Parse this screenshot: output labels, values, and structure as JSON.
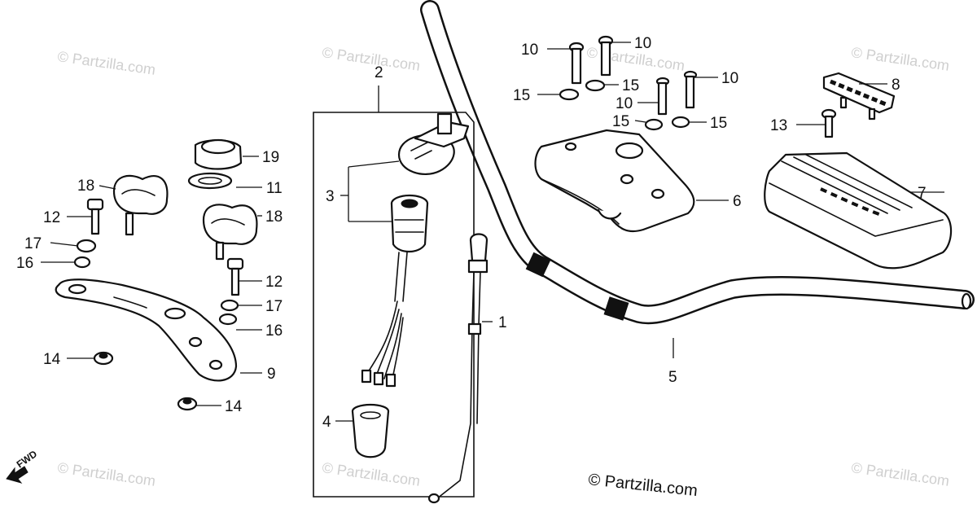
{
  "watermark": {
    "text": "© Partzilla.com"
  },
  "copyright": {
    "text": "© Partzilla.com"
  },
  "fwd_marker": {
    "text": "FWD",
    "icon": "arrow-icon"
  },
  "callouts": {
    "c1": "1",
    "c2": "2",
    "c3": "3",
    "c4": "4",
    "c5": "5",
    "c6": "6",
    "c7": "7",
    "c8": "8",
    "c9": "9",
    "c10a": "10",
    "c10b": "10",
    "c10c": "10",
    "c10d": "10",
    "c11": "11",
    "c12a": "12",
    "c12b": "12",
    "c13": "13",
    "c14a": "14",
    "c14b": "14",
    "c15a": "15",
    "c15b": "15",
    "c15c": "15",
    "c15d": "15",
    "c16a": "16",
    "c16b": "16",
    "c17a": "17",
    "c17b": "17",
    "c18a": "18",
    "c18b": "18",
    "c19": "19"
  },
  "colors": {
    "ink": "#111111",
    "watermark": "#cfcfcf",
    "background": "#ffffff"
  }
}
